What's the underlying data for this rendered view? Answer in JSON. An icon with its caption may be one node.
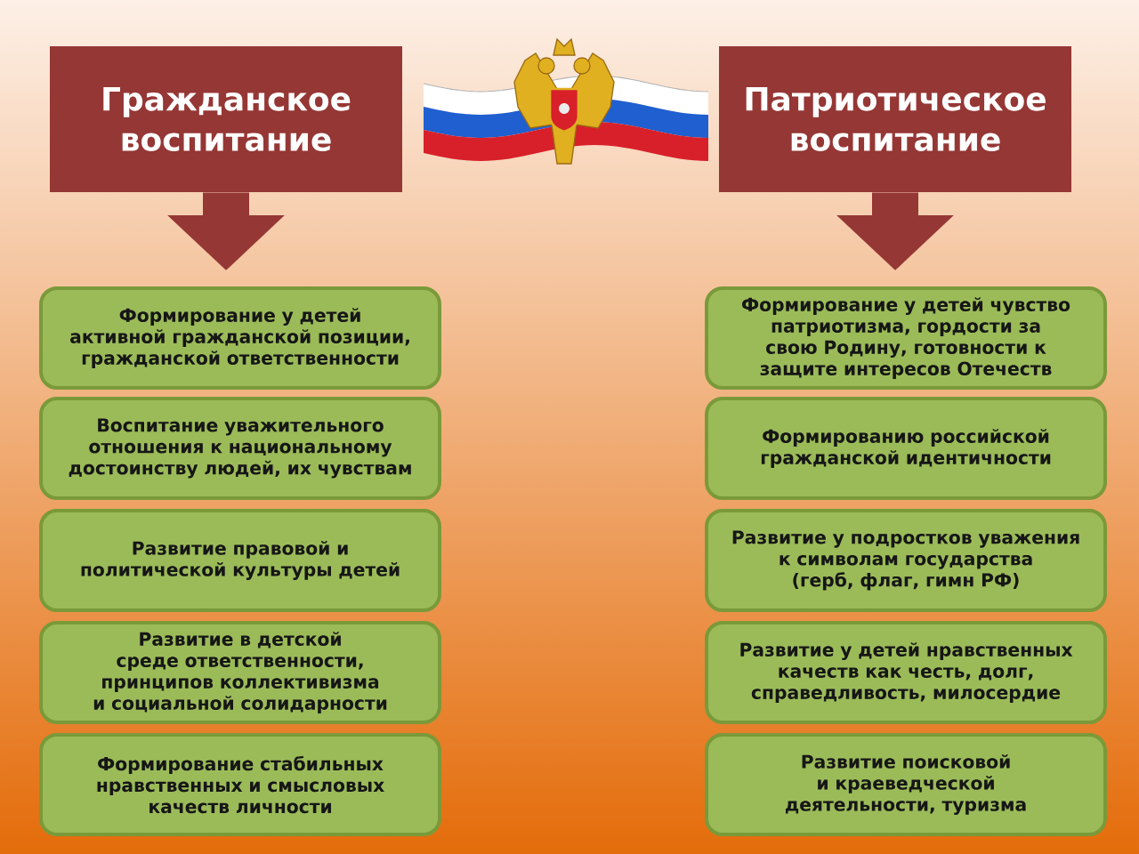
{
  "diagram": {
    "nodes": [
      {
        "text": [
          "Гражданское воспитание"
        ]
      },
      {
        "text": [
          "Патриотическое воспитание"
        ]
      },
      {
        "text": [
          "Формирование у детей активной гражданской позиции, гражданской ответственности"
        ]
      },
      {
        "text": [
          "Воспитание уважительного отношения к национальному достоинству людей, их чувствам"
        ]
      },
      {
        "text": [
          "Развитие правовой и политической культуры детей"
        ]
      },
      {
        "text": [
          "Развитие в детской среде ответственности, принципов коллективизма и социальной солидарности"
        ]
      },
      {
        "text": [
          "Формирование стабильных нравственных и смысловых качеств личности"
        ]
      },
      {
        "text": [
          "Формирование у детей чувство патриотизма, гордости за свою Родину, готовности к защите интересов Отечеств"
        ]
      },
      {
        "text": [
          "Формированию российской гражданской идентичности"
        ]
      },
      {
        "text": [
          "Развитие у подростков уважения к символам государства (герб, флаг, гимн РФ)"
        ]
      },
      {
        "text": [
          "Развитие у детей нравственных качеств как честь, долг, справедливость, милосердие"
        ]
      },
      {
        "text": [
          "Развитие поисковой и краеведческой деятельности, туризма"
        ]
      }
    ],
    "edges": [
      {
        "from": 0,
        "to": 2,
        "arrow": "to"
      },
      {
        "from": 1,
        "to": 7,
        "arrow": "to"
      }
    ]
  }
}
